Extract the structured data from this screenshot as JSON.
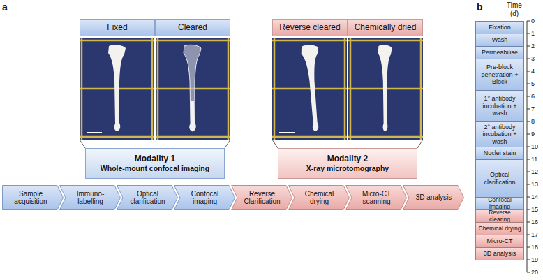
{
  "diagram": {
    "nodes": [
      {
        "text": [
          "Fixed"
        ]
      },
      {
        "text": [
          "Cleared"
        ]
      },
      {
        "text": [
          "Reverse cleared"
        ]
      },
      {
        "text": [
          "Chemically dried"
        ]
      },
      {
        "text": [
          "Modality 1",
          "Whole-mount confocal imaging"
        ]
      },
      {
        "text": [
          "Modality 2",
          "X-ray microtomography"
        ]
      },
      {
        "text": [
          "Sample acquisition"
        ]
      },
      {
        "text": [
          "Immuno-labelling"
        ]
      },
      {
        "text": [
          "Optical clarification"
        ]
      },
      {
        "text": [
          "Confocal imaging"
        ]
      },
      {
        "text": [
          "Reverse Clarification"
        ]
      },
      {
        "text": [
          "Chemical drying"
        ]
      },
      {
        "text": [
          "Micro-CT scanning"
        ]
      },
      {
        "text": [
          "3D analysis"
        ]
      },
      {
        "text": [
          "Fixation"
        ]
      },
      {
        "text": [
          "Wash"
        ]
      },
      {
        "text": [
          "Permeabilise"
        ]
      },
      {
        "text": [
          "Pre-block penetration + Block"
        ]
      },
      {
        "text": [
          "1° antibody incubation + wash"
        ]
      },
      {
        "text": [
          "2° antibody incubation + wash"
        ]
      },
      {
        "text": [
          "Nuclei stain"
        ]
      },
      {
        "text": [
          "Optical clarification"
        ]
      },
      {
        "text": [
          "Confocal imaging"
        ]
      },
      {
        "text": [
          "Reverse clearing"
        ]
      },
      {
        "text": [
          "Chemical drying"
        ]
      },
      {
        "text": [
          "Micro-CT"
        ]
      },
      {
        "text": [
          "3D analysis"
        ]
      }
    ],
    "labels": [
      "a",
      "b",
      "Time (d)",
      "0",
      "1",
      "2",
      "3",
      "4",
      "5",
      "6",
      "7",
      "8",
      "9",
      "10",
      "11",
      "12",
      "13",
      "14",
      "15",
      "16",
      "17",
      "18",
      "19",
      "20"
    ]
  }
}
